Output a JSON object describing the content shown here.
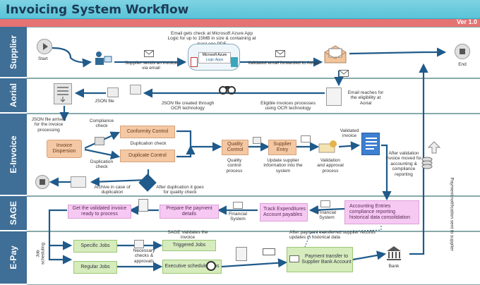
{
  "title": "Invoicing System Workflow",
  "version": "Ver 1.0",
  "lanes": {
    "supplier": "Supplier",
    "aorial": "Aorial",
    "einvoice": "E-Invoice",
    "sage": "SAGE",
    "epay": "E-Pay"
  },
  "supplier": {
    "start": "Start",
    "send_invoice": "Supplier sends an invoice via email",
    "email_check": "Email gets check at Microsoft Azure App Logic for up to 15MB in size & containing at least one PDF",
    "forwarded": "Validated email forwarded to Aorial",
    "end": "End",
    "azure_title": "Microsoft Azure",
    "azure_sub": "Logic Apps"
  },
  "aorial": {
    "json_file": "JSON file",
    "json_created": "JSON file created through OCR technology",
    "eligible": "Eligible invoices processes using OCR technology",
    "reaches": "Email reaches for the eligibility at Aorial"
  },
  "einvoice": {
    "json_arrives": "JSON file arrives for the invoice processing",
    "invoice_dispersion": "Invoice Dispersion",
    "compliance_check": "Compliance check",
    "conformity_control": "Conformity Control",
    "duplication_check_1": "Duplication check",
    "duplication_check_2": "Duplication check",
    "duplicate_control": "Duplicate Control",
    "quality_control": "Quality Control",
    "quality_control_process": "Quality control process",
    "supplier_entry": "Supplier Entry",
    "update_supplier": "Update supplier information into the system",
    "validation_approval": "Validation and approval process",
    "validated_invoice": "Validated invoice",
    "after_validation": "After validation invoice moved for accounting & compliance reporting",
    "archive": "Archive in case of duplication",
    "after_duplication": "After duplication it goes for quality check"
  },
  "sage": {
    "get_validated": "Get the validated invoice ready to process",
    "prepare_payment": "Prepare the payment details",
    "financial_system_1": "Financial System",
    "track_expenditures": "Track Expenditures",
    "account_payables": "Account payables",
    "financial_system_2": "Financial System",
    "accounting_entries": "Accounting Entries",
    "compliance_reporting": "compliance reporting",
    "historical_data": "historical data consolidation"
  },
  "epay": {
    "job_scheduling": "Job scheduling",
    "specific_jobs": "Specific Jobs",
    "regular_jobs": "Regular Jobs",
    "sage_validates": "SAGE Validates the invoice",
    "triggered_jobs": "Triggered Jobs",
    "necessary_checks": "Necessary checks & approvals",
    "executive_schedule": "Executive schedule Jobs",
    "payment_transfer": "Payment transfer to Supplier Bank Account",
    "after_payment": "After payment transferred supplier records updates in historical data",
    "bank": "Bank",
    "notification": "Payment notification sent to supplier"
  }
}
